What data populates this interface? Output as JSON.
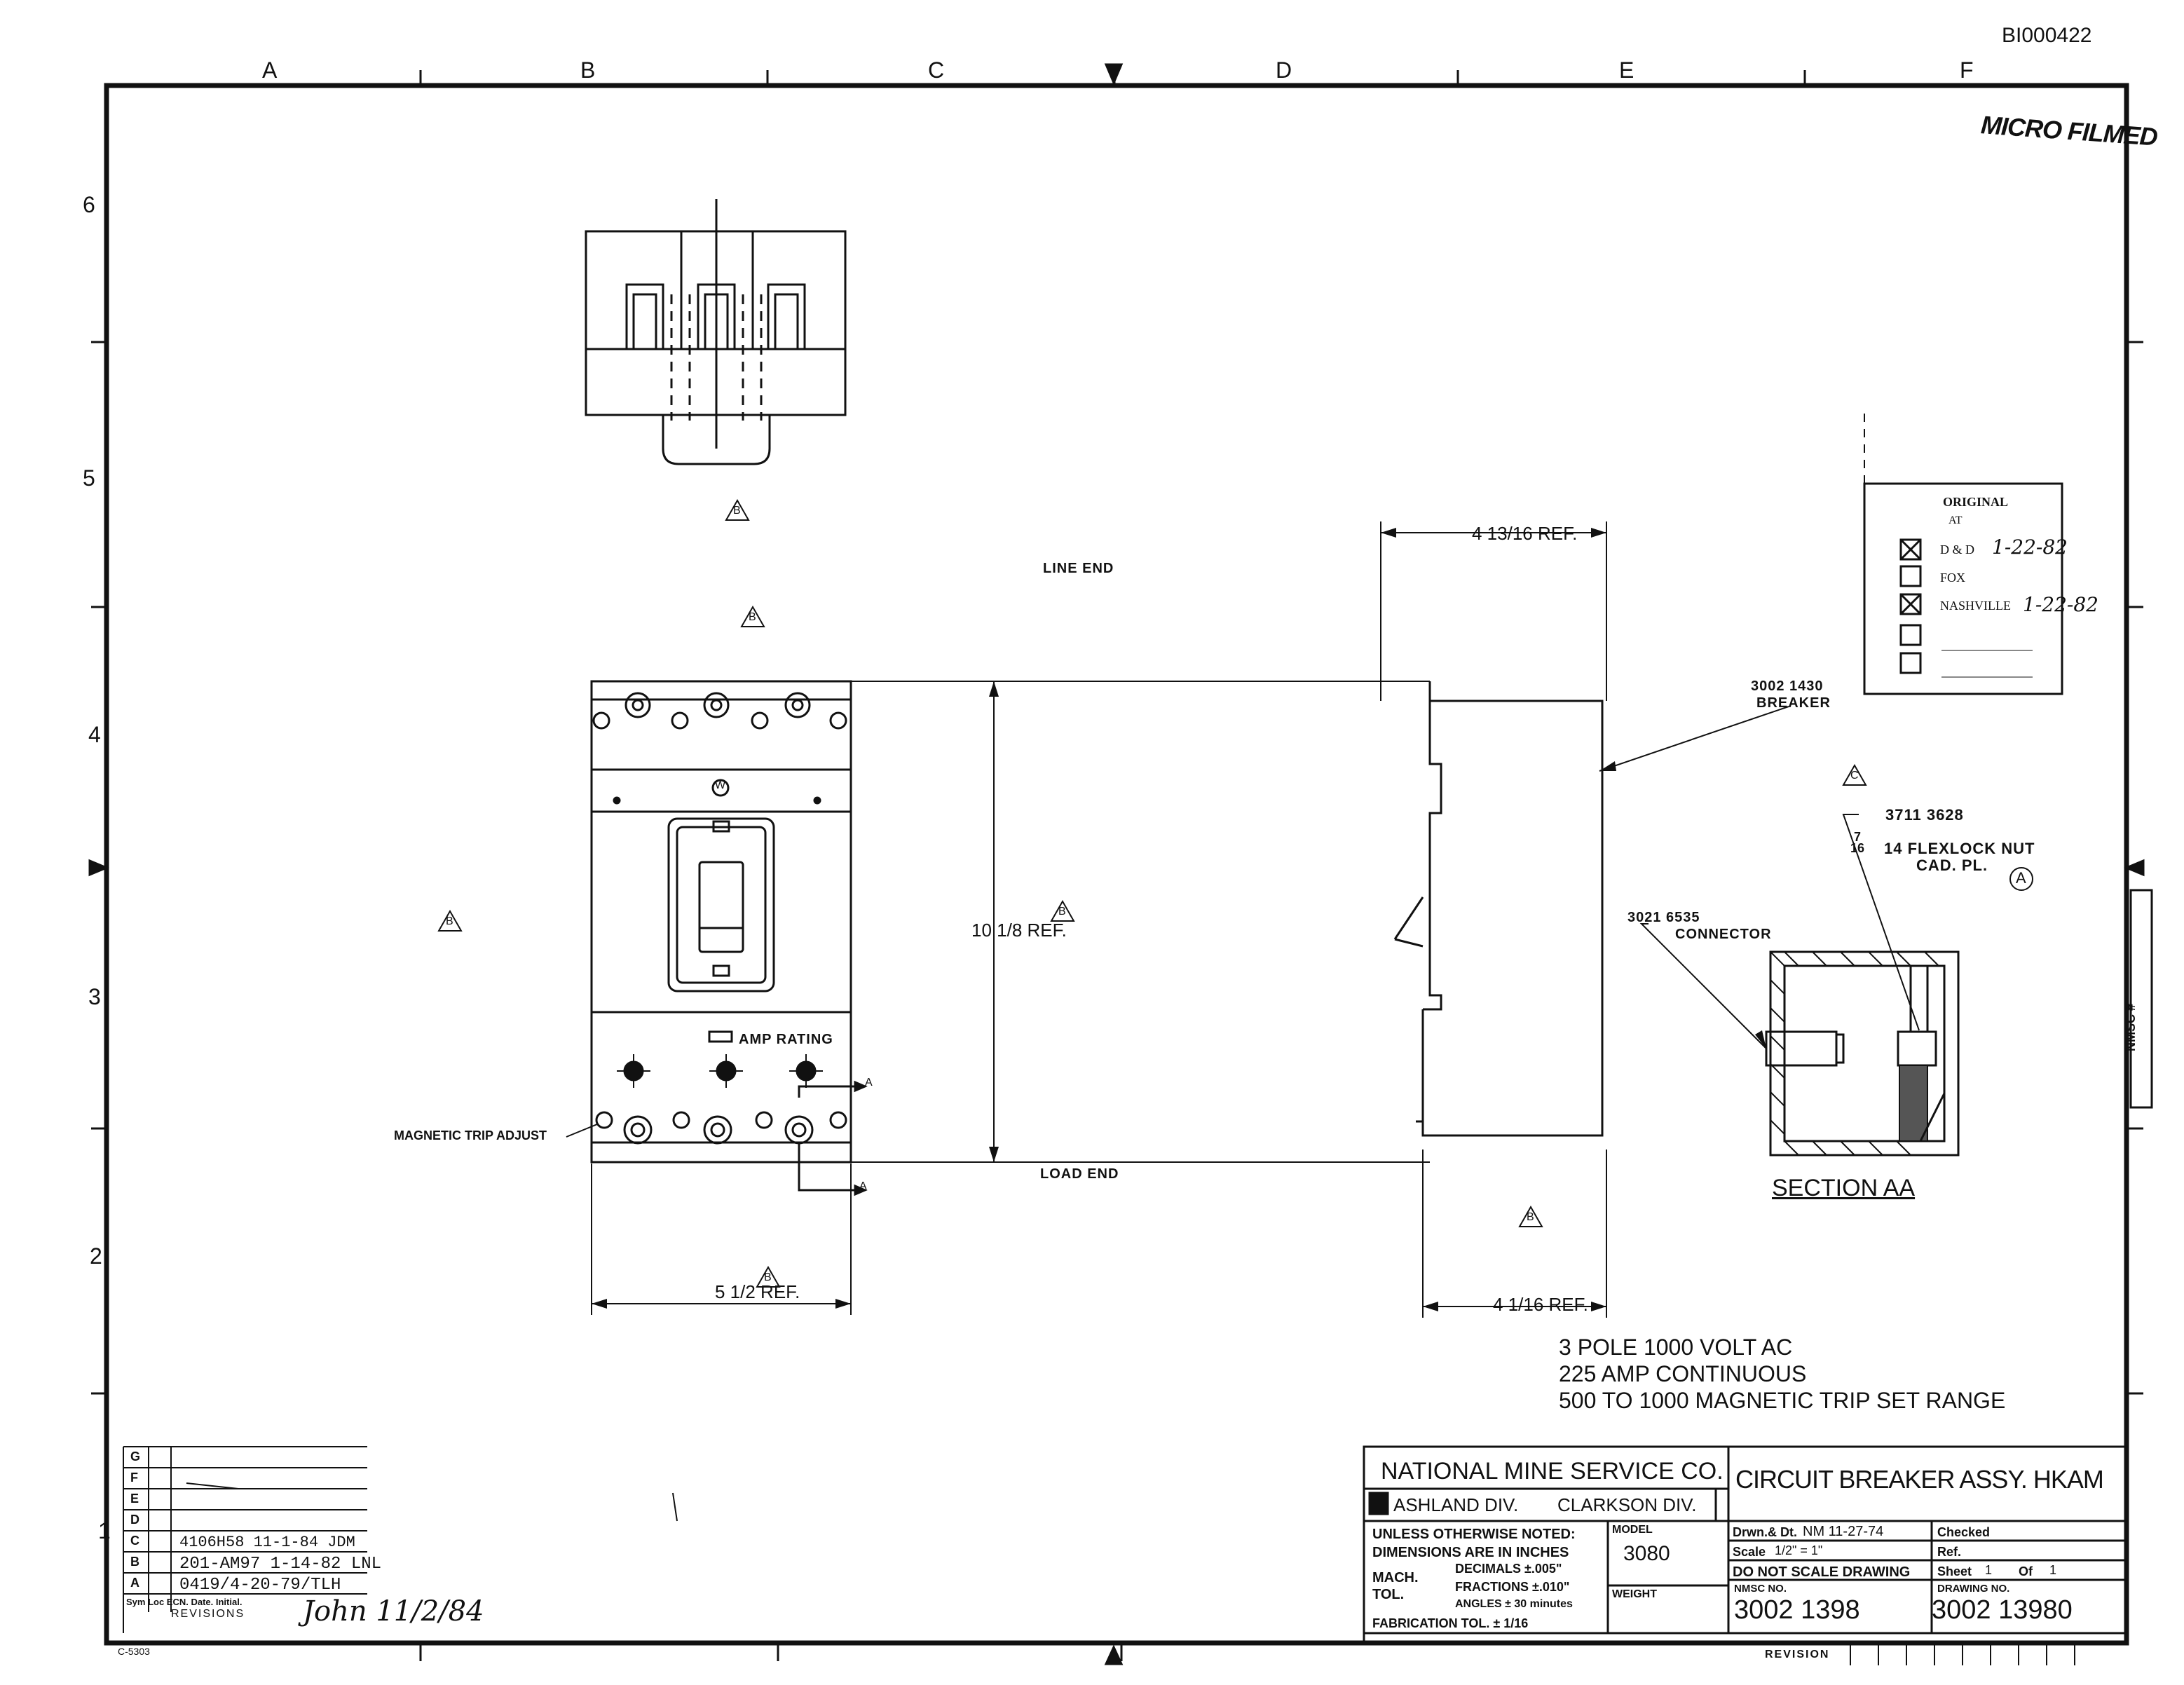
{
  "doc_id": "BI000422",
  "stamp_microfilmed": "MICRO FILMED",
  "grid": {
    "columns": [
      "A",
      "B",
      "C",
      "D",
      "E",
      "F"
    ],
    "rows": [
      "6",
      "5",
      "4",
      "3",
      "2",
      "1"
    ]
  },
  "labels": {
    "line_end": "LINE END",
    "load_end": "LOAD END",
    "amp_rating": "AMP RATING",
    "magnetic_trip_adjust": "MAGNETIC TRIP ADJUST",
    "breaker_part": "3002 1430",
    "breaker": "BREAKER",
    "nut_part": "3711 3628",
    "nut_desc_1": "14 FLEXLOCK NUT",
    "nut_desc_2": "CAD. PL.",
    "connector_part": "3021 6535",
    "connector": "CONNECTOR",
    "section": "SECTION AA",
    "section_marker": "A",
    "revision_symbol": "B",
    "revision_symbol_alt": "C"
  },
  "dimensions": {
    "top_width": "4 13/16 REF.",
    "height": "10 1/8 REF.",
    "front_width": "5 1/2 REF.",
    "bottom_width": "4 1/16 REF."
  },
  "notes": [
    "3 POLE 1000 VOLT AC",
    "225 AMP CONTINUOUS",
    "500 TO 1000 MAGNETIC TRIP SET RANGE"
  ],
  "stamp_original": {
    "title": "ORIGINAL",
    "at": "AT",
    "rows": [
      {
        "label": "D & D",
        "checked": true,
        "date": "1-22-82"
      },
      {
        "label": "FOX",
        "checked": false,
        "date": ""
      },
      {
        "label": "NASHVILLE",
        "checked": true,
        "date": "1-22-82"
      },
      {
        "label": "",
        "checked": false,
        "date": ""
      },
      {
        "label": "",
        "checked": false,
        "date": ""
      }
    ]
  },
  "side_tab": "NMSC #",
  "title_block": {
    "company": "NATIONAL MINE SERVICE CO.",
    "division_1": "ASHLAND DIV.",
    "division_2": "CLARKSON DIV.",
    "title": "CIRCUIT BREAKER ASSY. HKAM",
    "unless": "UNLESS OTHERWISE NOTED:",
    "dims_in": "DIMENSIONS ARE IN INCHES",
    "mach": "MACH.",
    "tol": "TOL.",
    "decimals": "DECIMALS ±.005\"",
    "fractions": "FRACTIONS ±.010\"",
    "angles": "ANGLES ± 30 minutes",
    "fabrication": "FABRICATION TOL. ± 1/16",
    "model_label": "MODEL",
    "model": "3080",
    "weight_label": "WEIGHT",
    "drawn_label": "Drwn.& Dt.",
    "drawn": "NM  11-27-74",
    "checked_label": "Checked",
    "scale_label": "Scale",
    "scale": "1/2\" = 1\"",
    "ref_label": "Ref.",
    "dns": "DO NOT SCALE DRAWING",
    "sheet_label": "Sheet",
    "sheet": "1",
    "of_label": "Of",
    "of": "1",
    "nmsc_label": "NMSC NO.",
    "nmsc": "3002  1398",
    "drawing_label": "DRAWING NO.",
    "drawing": "3002  13980",
    "revision_label": "REVISION"
  },
  "revisions": {
    "letters": [
      "G",
      "F",
      "E",
      "D",
      "C",
      "B",
      "A"
    ],
    "entries": [
      {
        "letter": "C",
        "text": "4106H58  11-1-84  JDM"
      },
      {
        "letter": "B",
        "text": "201-AM97  1-14-82  LNL"
      },
      {
        "letter": "A",
        "text": "0419/4-20-79/TLH"
      }
    ],
    "header": "Sym Loc ECN. Date. Initial.",
    "footer": "REVISIONS",
    "signature": "John 11/2/84"
  },
  "form_no": "C-5303"
}
